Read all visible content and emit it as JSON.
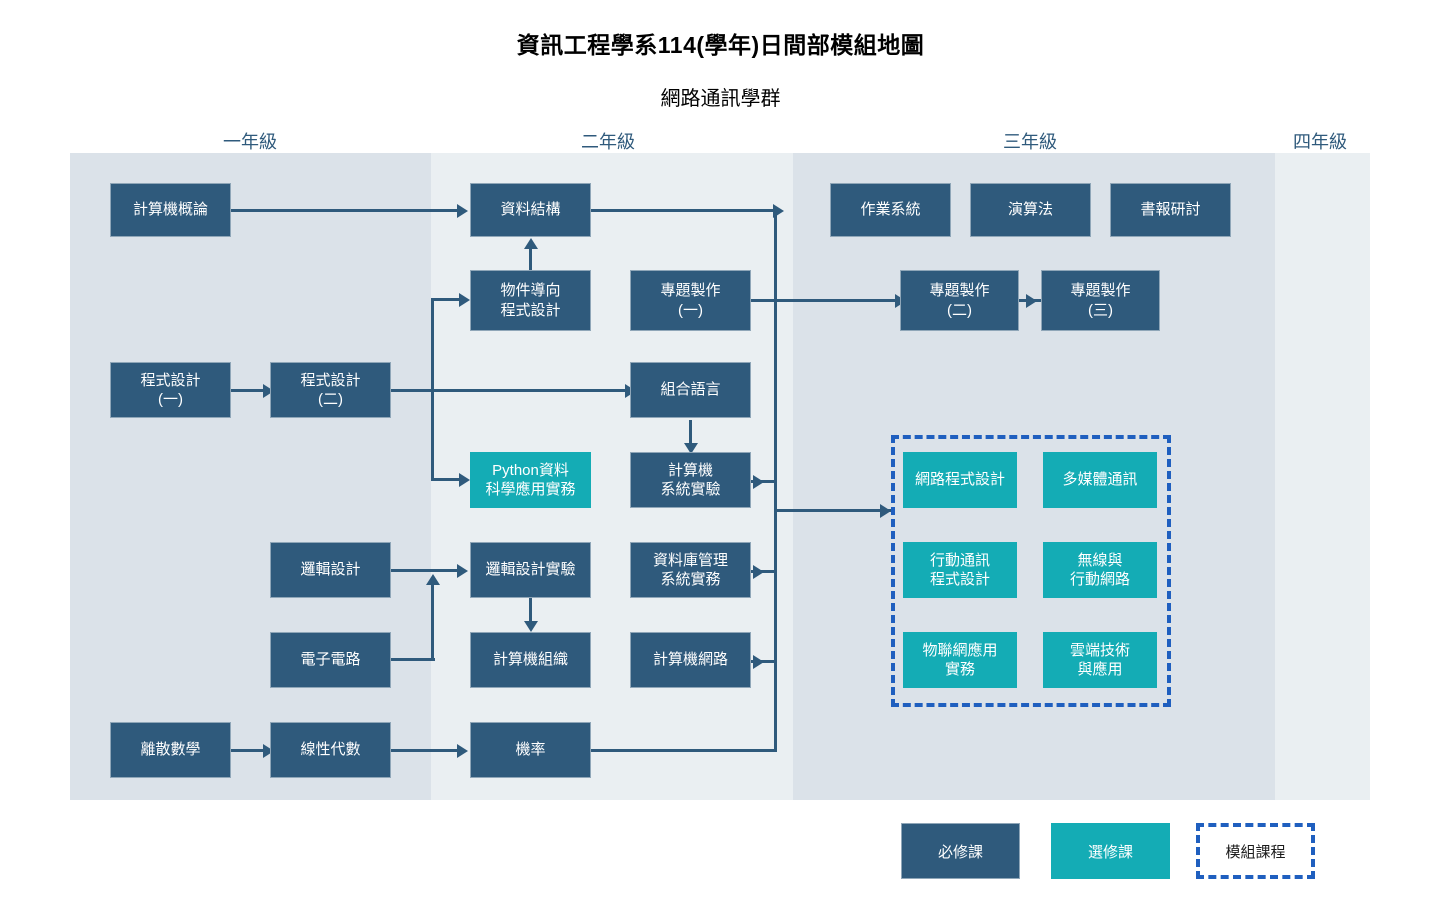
{
  "header": {
    "title": "資訊工程學系114(學年)日間部模組地圖",
    "subtitle": "網路通訊學群"
  },
  "years": [
    {
      "key": "y1",
      "label": "一年級"
    },
    {
      "key": "y2",
      "label": "二年級"
    },
    {
      "key": "y3",
      "label": "三年級"
    },
    {
      "key": "y4",
      "label": "四年級"
    }
  ],
  "courses": {
    "intro_computer": "計算機概論",
    "data_structure": "資料結構",
    "operating_system": "作業系統",
    "algorithm": "演算法",
    "seminar": "書報研討",
    "oop": "物件導向\n程式設計",
    "project1": "專題製作\n(一)",
    "project2": "專題製作\n(二)",
    "project3": "專題製作\n(三)",
    "programming1": "程式設計\n(一)",
    "programming2": "程式設計\n(二)",
    "assembly": "組合語言",
    "python_ds": "Python資料\n科學應用實務",
    "computer_sys_lab": "計算機\n系統實驗",
    "logic_design": "邏輯設計",
    "logic_design_lab": "邏輯設計實驗",
    "database": "資料庫管理\n系統實務",
    "electronic_circuit": "電子電路",
    "computer_org": "計算機組織",
    "computer_network": "計算機網路",
    "discrete_math": "離散數學",
    "linear_algebra": "線性代數",
    "probability": "機率"
  },
  "module_courses": [
    "網路程式設計",
    "多媒體通訊",
    "行動通訊\n程式設計",
    "無線與\n行動網路",
    "物聯網應用\n實務",
    "雲端技術\n與應用"
  ],
  "legend": [
    {
      "key": "required",
      "label": "必修課"
    },
    {
      "key": "elective",
      "label": "選修課"
    },
    {
      "key": "module",
      "label": "模組課程"
    }
  ],
  "colors": {
    "required": "#2f5a7c",
    "elective": "#14acb5",
    "module_border": "#1f5fbf",
    "band_dark": "#dbe2e9",
    "band_light": "#eaeff2",
    "year_label": "#2f5a7c"
  }
}
